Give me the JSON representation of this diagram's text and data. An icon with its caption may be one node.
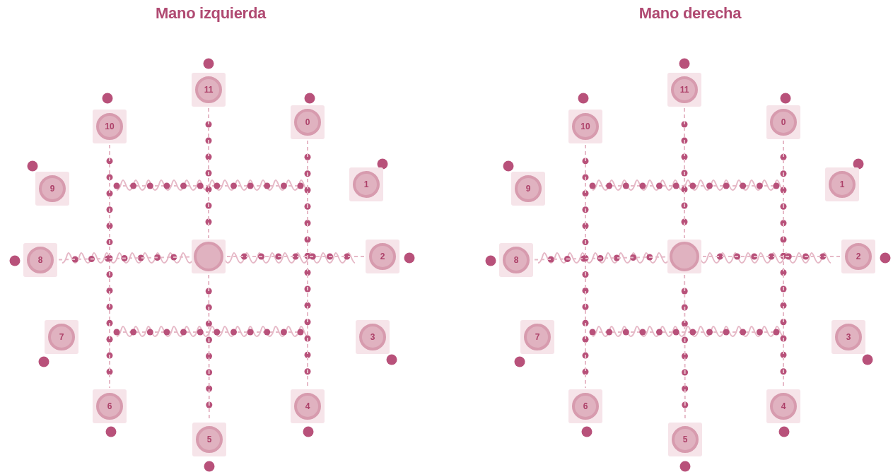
{
  "diagram": {
    "nodes": [
      {
        "text": [
          "11"
        ]
      },
      {
        "text": [
          "10"
        ]
      },
      {
        "text": [
          "0"
        ]
      },
      {
        "text": [
          "9"
        ]
      },
      {
        "text": [
          "1"
        ]
      },
      {
        "text": [
          "8"
        ]
      },
      {
        "text": [],
        "shape": "circle"
      },
      {
        "text": [
          "2"
        ]
      },
      {
        "text": [
          "7"
        ]
      },
      {
        "text": [
          "3"
        ]
      },
      {
        "text": [
          "6"
        ]
      },
      {
        "text": [
          "4"
        ]
      },
      {
        "text": [
          "5"
        ]
      },
      {
        "text": [
          "11"
        ]
      },
      {
        "text": [
          "10"
        ]
      },
      {
        "text": [
          "0"
        ]
      },
      {
        "text": [
          "9"
        ]
      },
      {
        "text": [
          "1"
        ]
      },
      {
        "text": [
          "8"
        ]
      },
      {
        "text": [],
        "shape": "circle"
      },
      {
        "text": [
          "2"
        ]
      },
      {
        "text": [
          "7"
        ]
      },
      {
        "text": [
          "3"
        ]
      },
      {
        "text": [
          "6"
        ]
      },
      {
        "text": [
          "4"
        ]
      },
      {
        "text": [
          "5"
        ]
      }
    ],
    "edges": [
      {
        "from": 1,
        "to": 10,
        "arrow": "none"
      },
      {
        "from": 0,
        "to": 6,
        "arrow": "none"
      },
      {
        "from": 6,
        "to": 12,
        "arrow": "none"
      },
      {
        "from": 2,
        "to": 11,
        "arrow": "none"
      },
      {
        "from": 5,
        "to": 6,
        "arrow": "none"
      },
      {
        "from": 6,
        "to": 7,
        "arrow": "none"
      },
      {
        "from": 14,
        "to": 23,
        "arrow": "none"
      },
      {
        "from": 13,
        "to": 19,
        "arrow": "none"
      },
      {
        "from": 19,
        "to": 25,
        "arrow": "none"
      },
      {
        "from": 15,
        "to": 24,
        "arrow": "none"
      },
      {
        "from": 18,
        "to": 19,
        "arrow": "none"
      },
      {
        "from": 19,
        "to": 20,
        "arrow": "none"
      }
    ],
    "labels": [
      "Mano izquierda",
      "Mano derecha"
    ]
  }
}
